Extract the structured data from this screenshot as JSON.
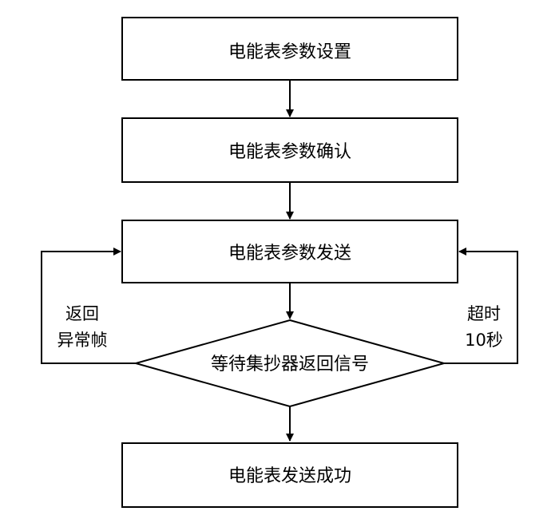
{
  "nodes": {
    "set_params": "电能表参数设置",
    "confirm_params": "电能表参数确认",
    "send_params": "电能表参数发送",
    "wait_signal": "等待集抄器返回信号",
    "send_success": "电能表发送成功"
  },
  "edge_labels": {
    "abnormal_line1": "返回",
    "abnormal_line2": "异常帧",
    "timeout_line1": "超时",
    "timeout_line2": "10秒"
  }
}
